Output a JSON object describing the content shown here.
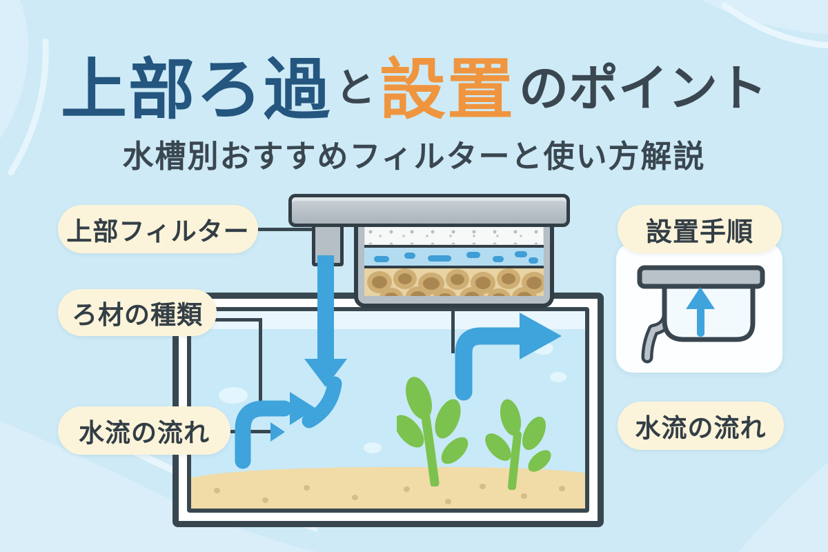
{
  "title": {
    "part1": "上部ろ過",
    "part2": "と",
    "part3": "設置",
    "part4": "のポイント",
    "subtitle": "水槽別おすすめフィルターと使い方解説"
  },
  "labels": {
    "top_filter": "上部フィルター",
    "media_types": "ろ材の種類",
    "flow_left": "水流の流れ",
    "setup_steps": "設置手順",
    "flow_right": "水流の流れ"
  },
  "colors": {
    "background": "#cdeaf6",
    "title_primary": "#24567f",
    "title_accent": "#f0953f",
    "text_dark": "#3a4750",
    "pill_background": "#fcf4da",
    "outline_dark": "#38474f",
    "arrow_blue": "#3fa3dc",
    "water": "#c8e9f8",
    "sand": "#f1dba6",
    "plant_green": "#7cc24f",
    "filter_gray": "#b6bec6",
    "bio_media_tan": "#e7d3a3"
  },
  "icons": {
    "diagram": "top-filter-aquarium-diagram",
    "setup": "filter-setup-icon"
  }
}
